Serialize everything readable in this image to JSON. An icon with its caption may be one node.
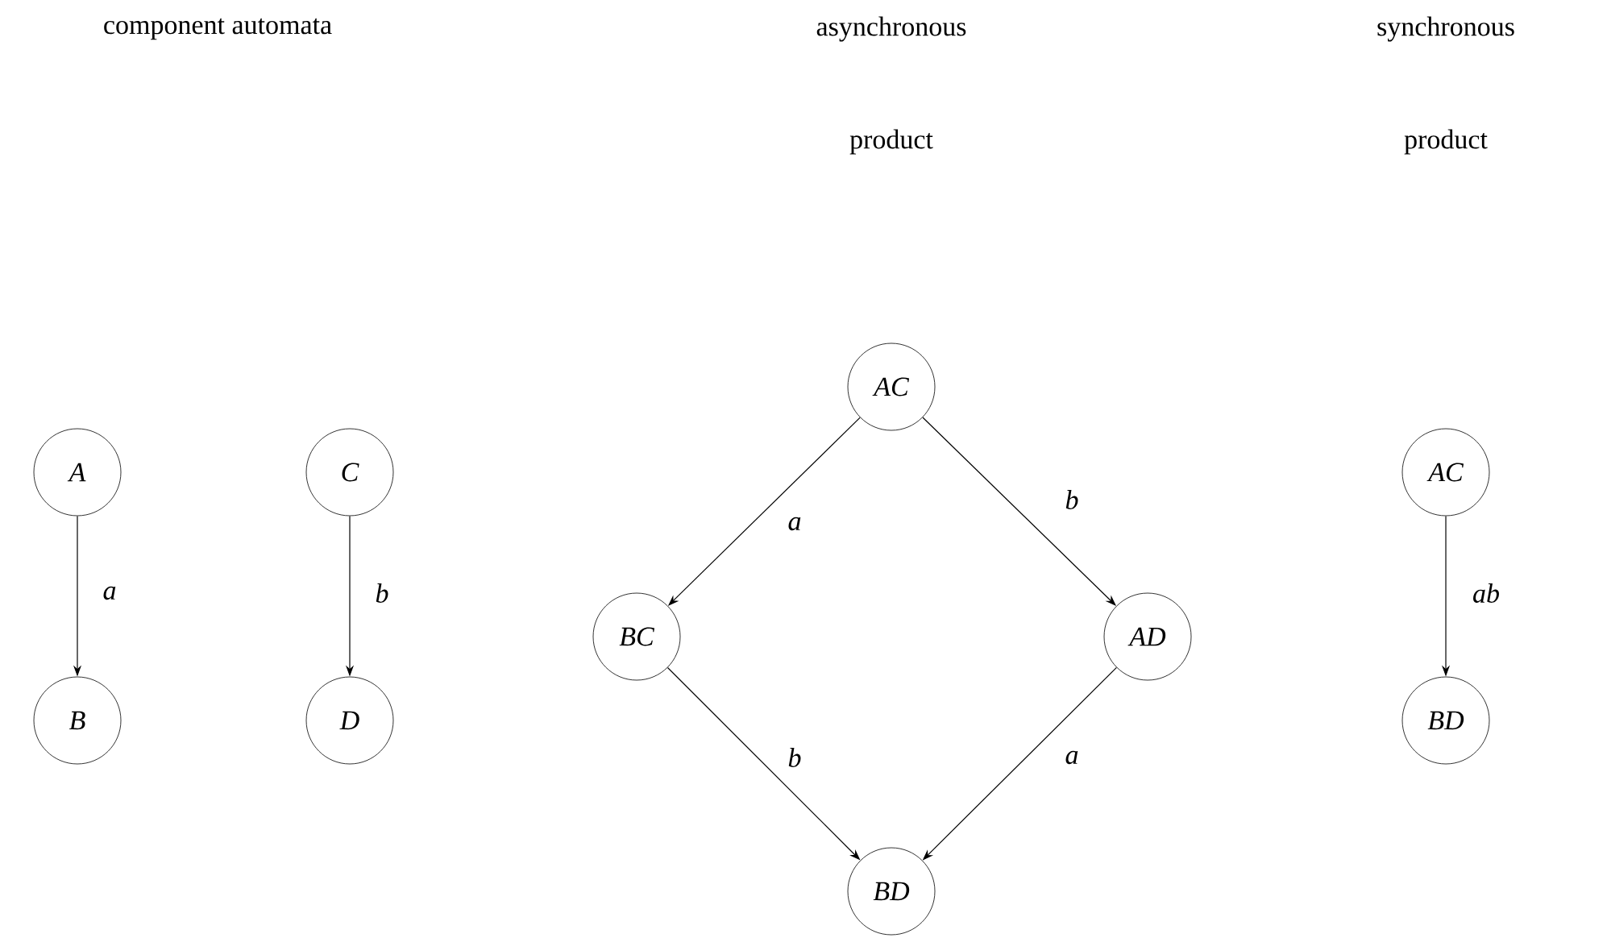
{
  "diagram": {
    "nodes": [
      {
        "text": [
          "A"
        ]
      },
      {
        "text": [
          "B"
        ]
      },
      {
        "text": [
          "C"
        ]
      },
      {
        "text": [
          "D"
        ]
      },
      {
        "text": [
          "AC"
        ]
      },
      {
        "text": [
          "BC"
        ]
      },
      {
        "text": [
          "AD"
        ]
      },
      {
        "text": [
          "BD"
        ]
      },
      {
        "text": [
          "AC"
        ]
      },
      {
        "text": [
          "BD"
        ]
      }
    ],
    "edges": [
      {
        "from": 0,
        "to": 1,
        "arrow": "to",
        "label": "a"
      },
      {
        "from": 2,
        "to": 3,
        "arrow": "to",
        "label": "b"
      },
      {
        "from": 4,
        "to": 5,
        "arrow": "to",
        "label": "a"
      },
      {
        "from": 4,
        "to": 6,
        "arrow": "to",
        "label": "b"
      },
      {
        "from": 5,
        "to": 7,
        "arrow": "to",
        "label": "b"
      },
      {
        "from": 6,
        "to": 7,
        "arrow": "to",
        "label": "a"
      },
      {
        "from": 8,
        "to": 9,
        "arrow": "to",
        "label": "ab"
      }
    ],
    "labels": [
      "component automata",
      "asynchronous product",
      "synchronous product"
    ]
  }
}
